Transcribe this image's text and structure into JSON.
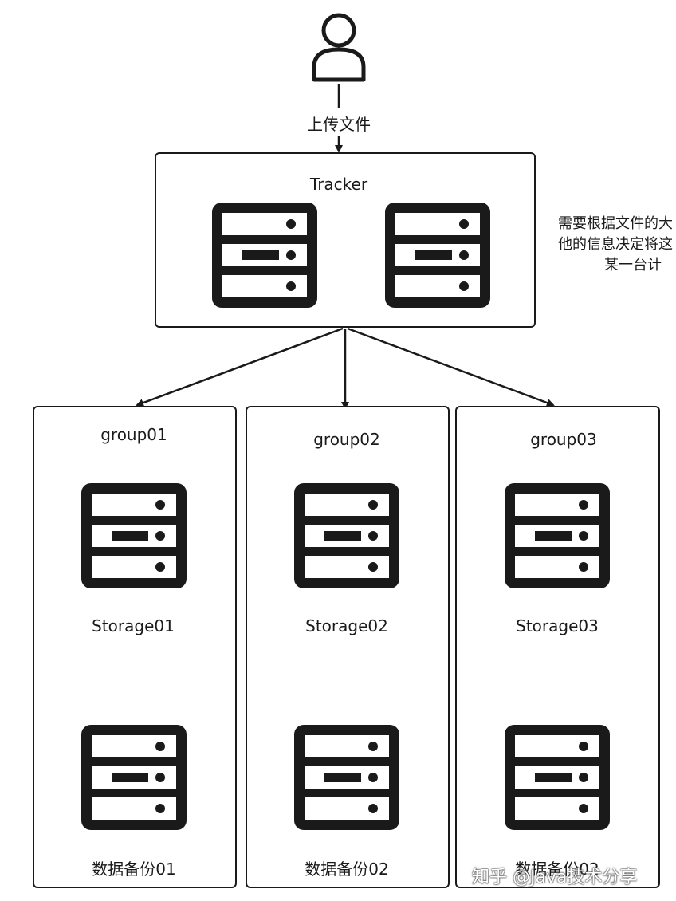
{
  "upload_label": "上传文件",
  "tracker": {
    "title": "Tracker"
  },
  "note": {
    "lines": [
      "需要根据文件的大",
      "他的信息决定将这",
      "某一台计"
    ]
  },
  "groups": [
    {
      "name": "group01",
      "storage": "Storage01",
      "backup": "数据备份01"
    },
    {
      "name": "group02",
      "storage": "Storage02",
      "backup": "数据备份02"
    },
    {
      "name": "group03",
      "storage": "Storage03",
      "backup": "数据备份02"
    }
  ],
  "watermark": "知乎 @Java技术分享",
  "icons": {
    "user": "user-icon",
    "server": "server-icon"
  },
  "colors": {
    "stroke": "#1a1a1a",
    "background": "#ffffff"
  }
}
